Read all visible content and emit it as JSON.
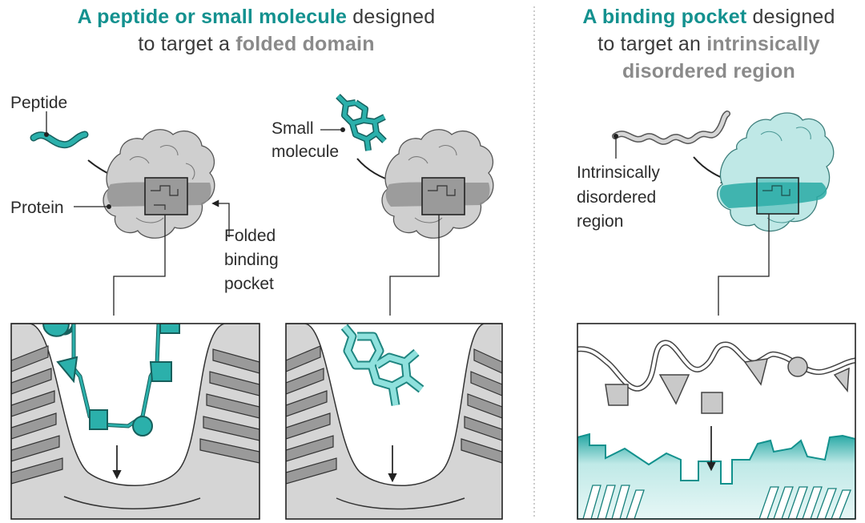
{
  "left_heading": {
    "part1": "A peptide or small molecule",
    "part2": " designed",
    "part3": "to target a ",
    "part4": "folded domain"
  },
  "right_heading": {
    "part1": "A binding pocket",
    "part2": " designed",
    "part3": "to target an ",
    "part4": "intrinsically",
    "part5": "disordered region"
  },
  "labels": {
    "peptide": "Peptide",
    "protein": "Protein",
    "small_molecule_1": "Small",
    "small_molecule_2": "molecule",
    "folded_1": "Folded",
    "folded_2": "binding",
    "folded_3": "pocket",
    "idr_1": "Intrinsically",
    "idr_2": "disordered",
    "idr_3": "region"
  },
  "colors": {
    "teal": "#13918f",
    "light_teal": "#7fd3d0",
    "protein_gray": "#c9c9c9",
    "text": "#3a3a3a"
  }
}
